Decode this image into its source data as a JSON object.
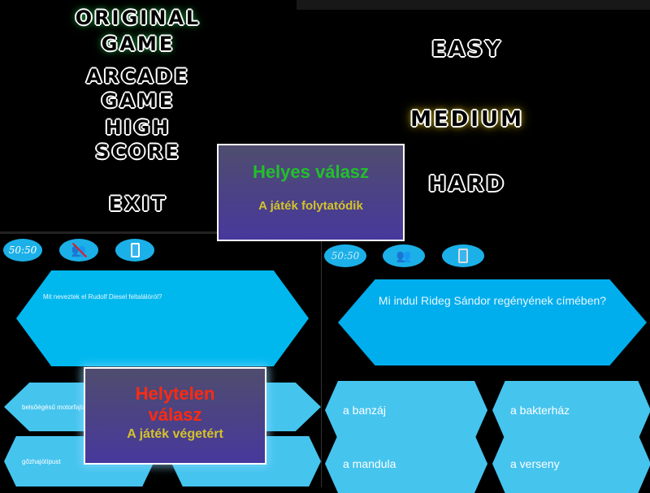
{
  "menu": {
    "items": [
      "ORIGINAL",
      "GAME",
      "ARCADE",
      "GAME",
      "HIGH",
      "SCORE",
      "EXIT"
    ]
  },
  "difficulty": {
    "items": [
      "EASY",
      "MEDIUM",
      "HARD"
    ]
  },
  "correct_dialog": {
    "title": "Helyes válasz",
    "subtitle": "A játék folytatódik"
  },
  "wrong_dialog": {
    "title_line1": "Helytelen",
    "title_line2": "válasz",
    "subtitle": "A játék végetért"
  },
  "left_game": {
    "fifty": "50:50",
    "question": "Mit neveztek el Rudolf Diesel feltalálóról?",
    "answers": [
      "belsőégésű motorfajtát",
      "gőzhajótípust"
    ]
  },
  "right_game": {
    "fifty": "50:50",
    "question": "Mi indul Rideg Sándor regényének címében?",
    "answers": [
      "a banzáj",
      "a bakterház",
      "a mandula",
      "a verseny"
    ]
  },
  "colors": {
    "accent": "#1cb0e8",
    "correct": "#22c02a",
    "wrong": "#ff2a10",
    "subtitle": "#d4c22a"
  }
}
